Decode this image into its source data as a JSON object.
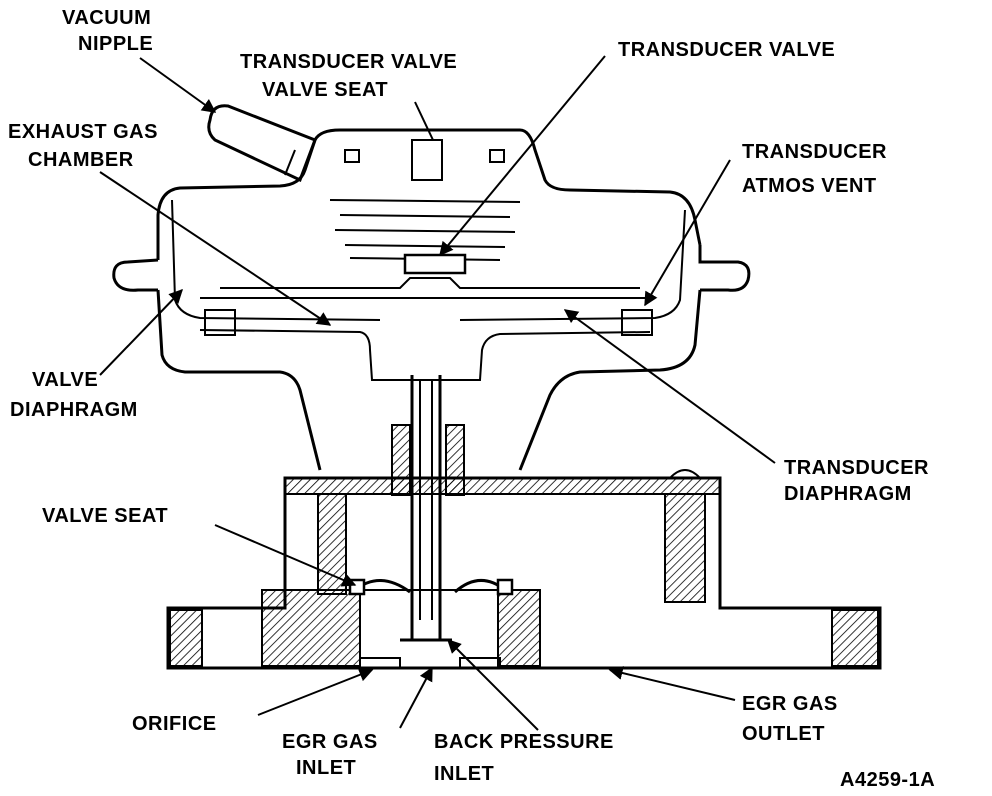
{
  "labels": {
    "vacuum_nipple": [
      "VACUUM",
      "NIPPLE"
    ],
    "transducer_valve_seat": [
      "TRANSDUCER VALVE",
      "VALVE SEAT"
    ],
    "transducer_valve": "TRANSDUCER VALVE",
    "exhaust_gas_chamber": [
      "EXHAUST GAS",
      "CHAMBER"
    ],
    "transducer_atmos_vent": [
      "TRANSDUCER",
      "ATMOS VENT"
    ],
    "valve_diaphragm": [
      "VALVE",
      "DIAPHRAGM"
    ],
    "transducer_diaphragm": [
      "TRANSDUCER",
      "DIAPHRAGM"
    ],
    "valve_seat": "VALVE SEAT",
    "orifice": "ORIFICE",
    "egr_gas_inlet": [
      "EGR GAS",
      "INLET"
    ],
    "back_pressure_inlet": [
      "BACK PRESSURE",
      "INLET"
    ],
    "egr_gas_outlet": [
      "EGR GAS",
      "OUTLET"
    ],
    "figure_id": "A4259-1A"
  },
  "colors": {
    "ink": "#000000",
    "background": "#ffffff"
  }
}
